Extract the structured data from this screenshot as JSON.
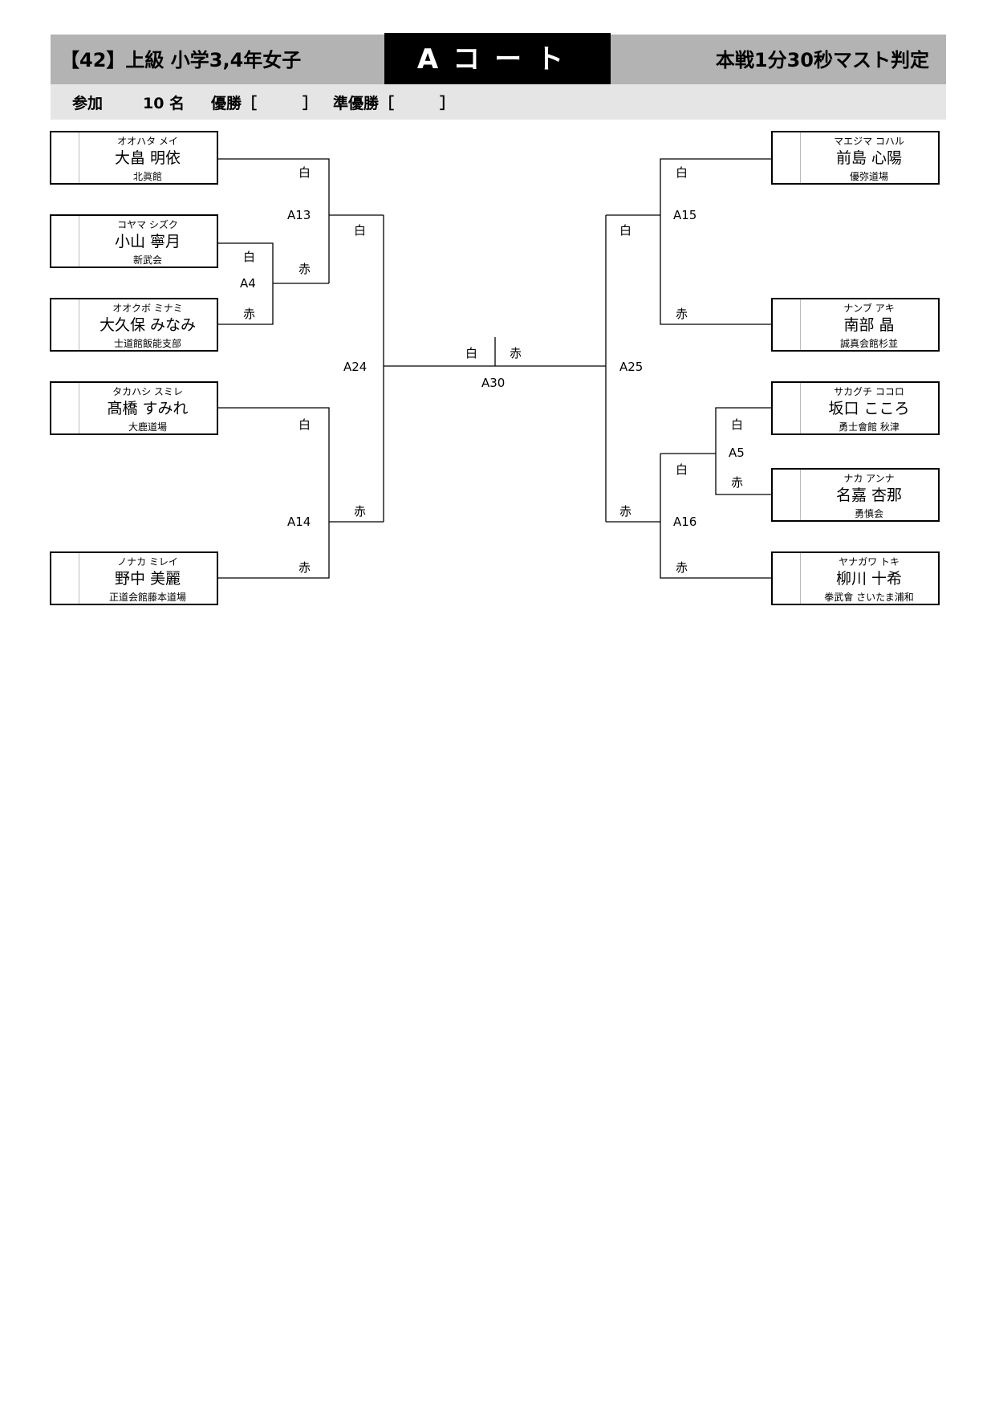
{
  "header": {
    "division": "【42】上級 小学3,4年女子",
    "court": "Aコート",
    "rule": "本戦1分30秒マスト判定"
  },
  "summary": {
    "participants_label": "参加",
    "participants_count": "10 名",
    "winner_label": "優勝［　　　］",
    "runner_up_label": "準優勝［　　　］"
  },
  "entrants": [
    {
      "kana": "オオハタ メイ",
      "name": "大畠 明依",
      "dojo": "北眞館"
    },
    {
      "kana": "コヤマ シズク",
      "name": "小山 寧月",
      "dojo": "新武会"
    },
    {
      "kana": "オオクボ ミナミ",
      "name": "大久保 みなみ",
      "dojo": "士道館飯能支部"
    },
    {
      "kana": "タカハシ スミレ",
      "name": "髙橋 すみれ",
      "dojo": "大鹿道場"
    },
    {
      "kana": "ノナカ ミレイ",
      "name": "野中 美麗",
      "dojo": "正道会館藤本道場"
    },
    {
      "kana": "マエジマ コハル",
      "name": "前島 心陽",
      "dojo": "優弥道場"
    },
    {
      "kana": "ナンブ アキ",
      "name": "南部 晶",
      "dojo": "誠真会館杉並"
    },
    {
      "kana": "サカグチ ココロ",
      "name": "坂口 こころ",
      "dojo": "勇士會館 秋津"
    },
    {
      "kana": "ナカ アンナ",
      "name": "名嘉 杏那",
      "dojo": "勇慎会"
    },
    {
      "kana": "ヤナガワ トキ",
      "name": "柳川 十希",
      "dojo": "拳武會 さいたま浦和"
    }
  ],
  "labels": {
    "white": "白",
    "red": "赤"
  },
  "matches": {
    "a4": "A4",
    "a5": "A5",
    "a13": "A13",
    "a14": "A14",
    "a15": "A15",
    "a16": "A16",
    "a24": "A24",
    "a25": "A25",
    "a30": "A30"
  }
}
